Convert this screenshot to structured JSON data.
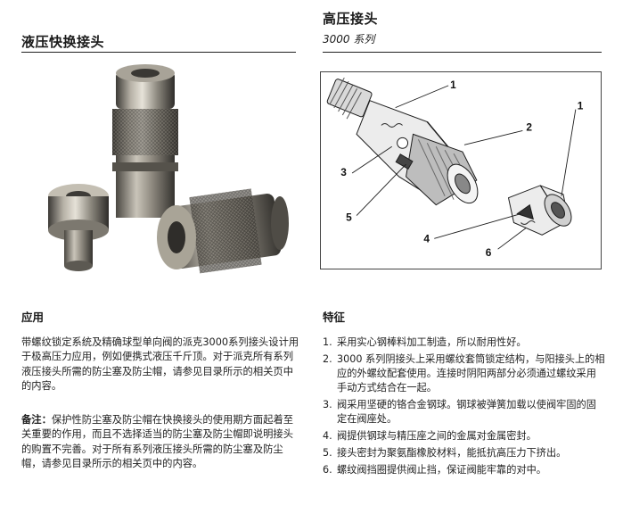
{
  "header": {
    "left_title": "液压快换接头",
    "right_title": "高压接头",
    "right_subtitle": "3000 系列"
  },
  "diagram": {
    "callouts": [
      "1",
      "2",
      "3",
      "5",
      "1",
      "4",
      "6"
    ]
  },
  "applications": {
    "heading": "应用",
    "text": "带螺纹锁定系统及精确球型单向阀的派克3000系列接头设计用于极高压力应用，例如便携式液压千斤顶。对于派克所有系列液压接头所需的防尘塞及防尘帽，请参见目录所示的相关页中的内容。",
    "note_label": "备注：",
    "note_text": "保护性防尘塞及防尘帽在快换接头的使用期方面起着至关重要的作用，而且不选择适当的防尘塞及防尘帽即说明接头的购置不完善。对于所有系列液压接头所需的防尘塞及防尘帽，请参见目录所示的相关页中的内容。"
  },
  "features": {
    "heading": "特征",
    "items": [
      {
        "num": "1.",
        "text": "采用实心钢棒料加工制造，所以耐用性好。"
      },
      {
        "num": "2.",
        "text": "3000 系列阴接头上采用螺纹套筒锁定结构，与阳接头上的相应的外螺纹配套使用。连接时阴阳两部分必须通过螺纹采用手动方式结合在一起。"
      },
      {
        "num": "3.",
        "text": "阀采用坚硬的铬合金钢球。钢球被弹簧加载以使阀牢固的固定在阀座处。"
      },
      {
        "num": "4.",
        "text": "阀提供钢球与精压座之间的金属对金属密封。"
      },
      {
        "num": "5.",
        "text": "接头密封为聚氨酯橡胶材料，能抵抗高压力下挤出。"
      },
      {
        "num": "6.",
        "text": "螺纹阀挡圈提供阀止挡，保证阀能牢靠的对中。"
      }
    ]
  }
}
